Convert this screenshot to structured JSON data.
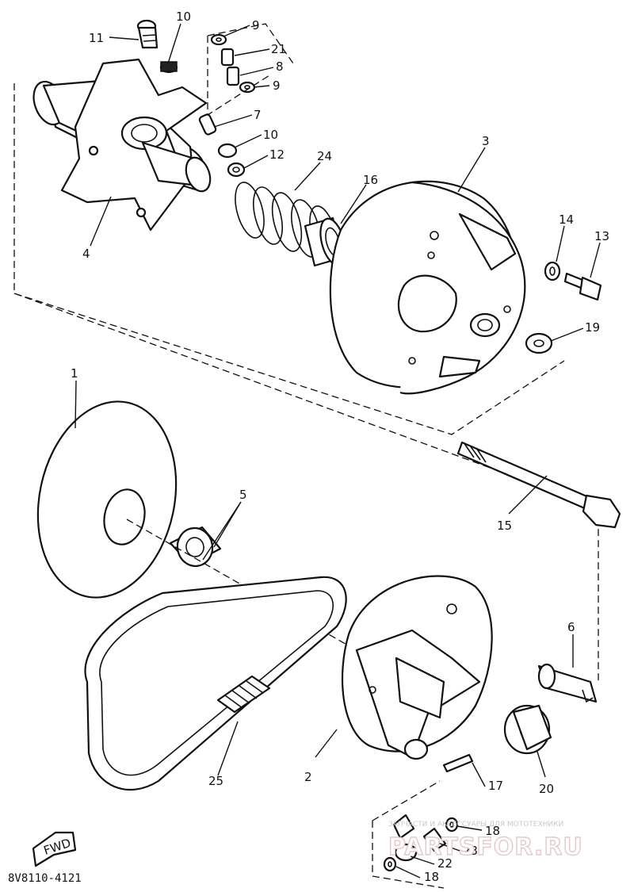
{
  "callouts": {
    "c1": "1",
    "c2": "2",
    "c3": "3",
    "c4": "4",
    "c5": "5",
    "c6": "6",
    "c7": "7",
    "c8": "8",
    "c9a": "9",
    "c9b": "9",
    "c10a": "10",
    "c10b": "10",
    "c11": "11",
    "c12": "12",
    "c13": "13",
    "c14": "14",
    "c15": "15",
    "c16": "16",
    "c17": "17",
    "c18a": "18",
    "c18b": "18",
    "c19": "19",
    "c20": "20",
    "c21": "21",
    "c22": "22",
    "c23": "23",
    "c24": "24",
    "c25": "25"
  },
  "fwd_label": "FWD",
  "diagram_code": "8V8110-4121",
  "watermark": {
    "tagline": "ЗАПЧАСТИ И АКСЕССУАРЫ ДЛЯ МОТОТЕХНИКИ",
    "brand": "PARTSFOR.RU"
  }
}
